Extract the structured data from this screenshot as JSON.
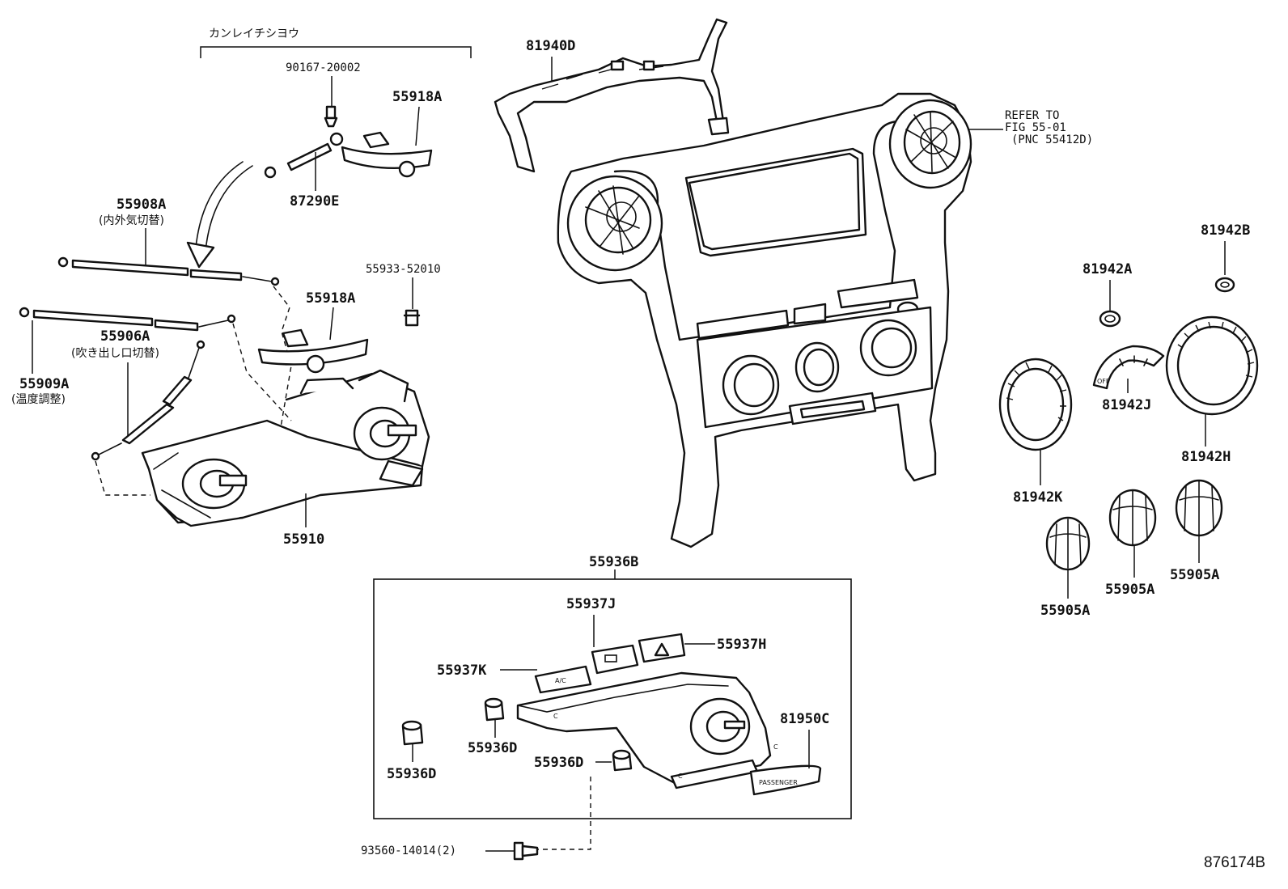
{
  "header": {
    "group_title": "カンレイチシヨウ"
  },
  "parts": {
    "p90167": "90167-20002",
    "p55918A_top": "55918A",
    "p87290E": "87290E",
    "p55908A": "55908A",
    "p55908A_note": "(内外気切替)",
    "p55933": "55933-52010",
    "p55918A_mid": "55918A",
    "p55906A": "55906A",
    "p55906A_note": "(吹き出し口切替)",
    "p55909A": "55909A",
    "p55909A_note": "(温度調整)",
    "p55910": "55910",
    "p81940D": "81940D",
    "refer_line1": "REFER TO",
    "refer_line2": "FIG 55-01",
    "refer_line3": "(PNC 55412D)",
    "p81942B": "81942B",
    "p81942A": "81942A",
    "p81942J": "81942J",
    "p81942H": "81942H",
    "p81942K": "81942K",
    "p55905A_1": "55905A",
    "p55905A_2": "55905A",
    "p55905A_3": "55905A",
    "p55936B": "55936B",
    "p55937J": "55937J",
    "p55937H": "55937H",
    "p55937K": "55937K",
    "p55936D_1": "55936D",
    "p55936D_2": "55936D",
    "p55936D_3": "55936D",
    "p81950C": "81950C",
    "p93560": "93560-14014(2)"
  },
  "panel_marks": {
    "ac_button": "A/C",
    "off_mark": "OFF",
    "passenger": "PASSENGER"
  },
  "figure_id": "876174B"
}
